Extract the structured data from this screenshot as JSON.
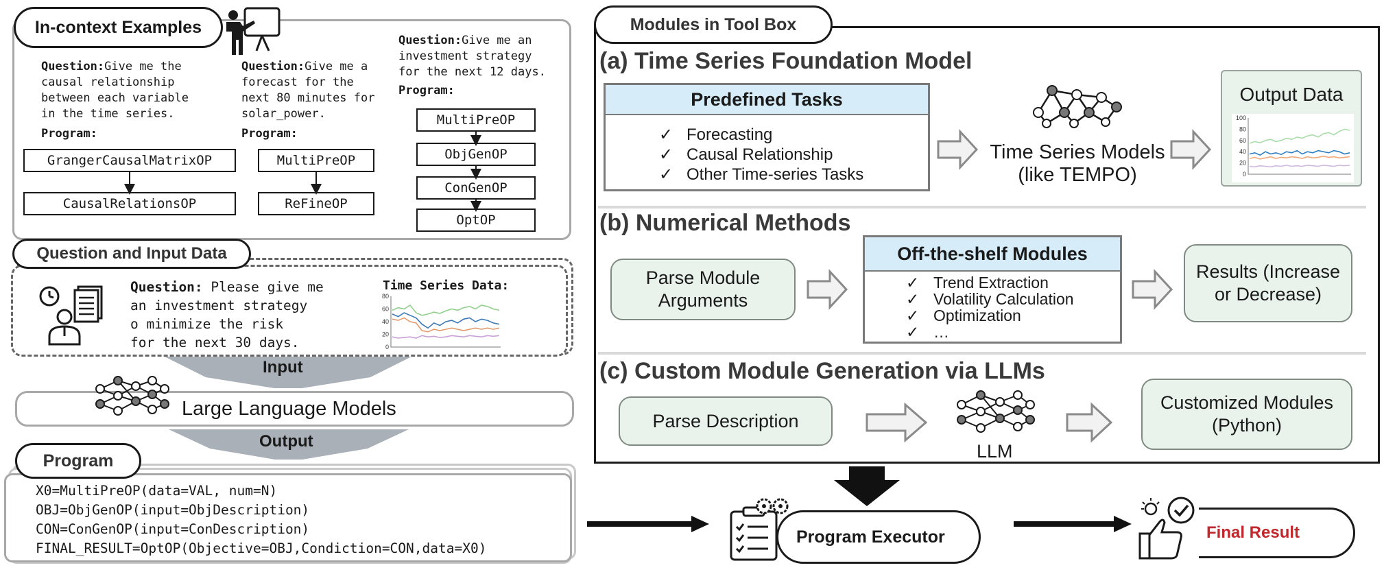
{
  "in_context": {
    "title": "In-context Examples",
    "q_label": "Question:",
    "prog_label": "Program:",
    "ex1": {
      "q1": "Give me the",
      "rest": "causal relationship\nbetween each variable\nin the time series.",
      "ops": [
        "GrangerCausalMatrixOP",
        "CausalRelationsOP"
      ]
    },
    "ex2": {
      "q1": "Give me a",
      "rest": "forecast for the\nnext 80 minutes for\nsolar_power.",
      "ops": [
        "MultiPreOP",
        "ReFineOP"
      ]
    },
    "ex3": {
      "q1": "Give me an",
      "rest": "investment strategy\nfor the next 12 days.",
      "ops": [
        "MultiPreOP",
        "ObjGenOP",
        "ConGenOP",
        "OptOP"
      ]
    }
  },
  "question_input": {
    "title": "Question and Input Data",
    "q_label": "Question:",
    "q_first": " Please give me",
    "q_rest": "an investment strategy\no minimize the risk\nfor the next 30 days.",
    "ts_label": "Time Series Data:",
    "chart_data": {
      "type": "line",
      "ylim": [
        0,
        80
      ],
      "yticks": [
        "0",
        "20",
        "40",
        "60",
        "80"
      ],
      "series": [
        {
          "color": "#8fd08a",
          "values": [
            58,
            62,
            60,
            66,
            54,
            50,
            52,
            55,
            53,
            57,
            60,
            58,
            62,
            64,
            60,
            66,
            64,
            60,
            58
          ]
        },
        {
          "color": "#3b78b8",
          "values": [
            52,
            48,
            54,
            50,
            46,
            36,
            30,
            38,
            34,
            40,
            42,
            38,
            44,
            46,
            40,
            44,
            42,
            38,
            36
          ]
        },
        {
          "color": "#e39a6a",
          "values": [
            44,
            42,
            46,
            40,
            38,
            26,
            24,
            28,
            26,
            28,
            30,
            28,
            26,
            28,
            30,
            28,
            30,
            28,
            30
          ]
        },
        {
          "color": "#c9a0d8",
          "values": [
            16,
            14,
            15,
            16,
            14,
            18,
            16,
            17,
            15,
            16,
            18,
            17,
            16,
            18,
            17,
            16,
            18,
            17,
            18
          ]
        }
      ]
    }
  },
  "input_label": "Input",
  "llm_label": "Large Language Models",
  "output_label": "Output",
  "program": {
    "title": "Program",
    "lines": [
      "X0=MultiPreOP(data=VAL, num=N)",
      "OBJ=ObjGenOP(input=ObjDescription)",
      "CON=ConGenOP(input=ConDescription)",
      "FINAL_RESULT=OptOP(Objective=OBJ,Condiction=CON,data=X0)"
    ]
  },
  "toolbox": {
    "title": "Modules in Tool Box",
    "a": {
      "title": "(a) Time Series Foundation Model",
      "predefined_title": "Predefined Tasks",
      "tasks": [
        "Forecasting",
        "Causal Relationship",
        "Other Time-series Tasks"
      ],
      "models_line1": "Time Series Models",
      "models_line2": "(like TEMPO)",
      "output_title": "Output Data",
      "output_chart": {
        "type": "line",
        "ylim": [
          0,
          100
        ],
        "yticks": [
          "0",
          "20",
          "40",
          "60",
          "80",
          "100"
        ],
        "series": [
          {
            "color": "#a8dca8",
            "values": [
              55,
              58,
              56,
              60,
              62,
              58,
              60,
              64,
              62,
              66,
              64,
              68,
              70,
              66,
              72,
              74,
              70,
              76,
              80,
              78
            ]
          },
          {
            "color": "#2f7fc0",
            "values": [
              36,
              38,
              34,
              40,
              36,
              38,
              35,
              40,
              38,
              42,
              36,
              40,
              38,
              42,
              40,
              38,
              42,
              40,
              36,
              38
            ]
          },
          {
            "color": "#f2a97a",
            "values": [
              28,
              30,
              27,
              29,
              31,
              28,
              30,
              29,
              31,
              30,
              28,
              31,
              29,
              30,
              32,
              30,
              31,
              29,
              30,
              31
            ]
          },
          {
            "color": "#d0b8e0",
            "values": [
              14,
              13,
              15,
              14,
              13,
              15,
              14,
              16,
              14,
              15,
              14,
              16,
              15,
              14,
              16,
              15,
              14,
              16,
              15,
              16
            ]
          }
        ]
      }
    },
    "b": {
      "title": "(b) Numerical Methods",
      "parse_args": "Parse Module Arguments",
      "offshelf_title": "Off-the-shelf Modules",
      "modules": [
        "Trend Extraction",
        "Volatility Calculation",
        "Optimization",
        "…"
      ],
      "results": "Results (Increase or Decrease)"
    },
    "c": {
      "title": "(c) Custom Module Generation via LLMs",
      "parse_desc": "Parse Description",
      "llm": "LLM",
      "customized": "Customized Modules (Python)"
    }
  },
  "executor": "Program Executor",
  "final_result": "Final Result",
  "colors": {
    "final_result": "#c0282d",
    "green_fill": "#e9f3ec",
    "blue_fill": "#d6ecf8"
  }
}
